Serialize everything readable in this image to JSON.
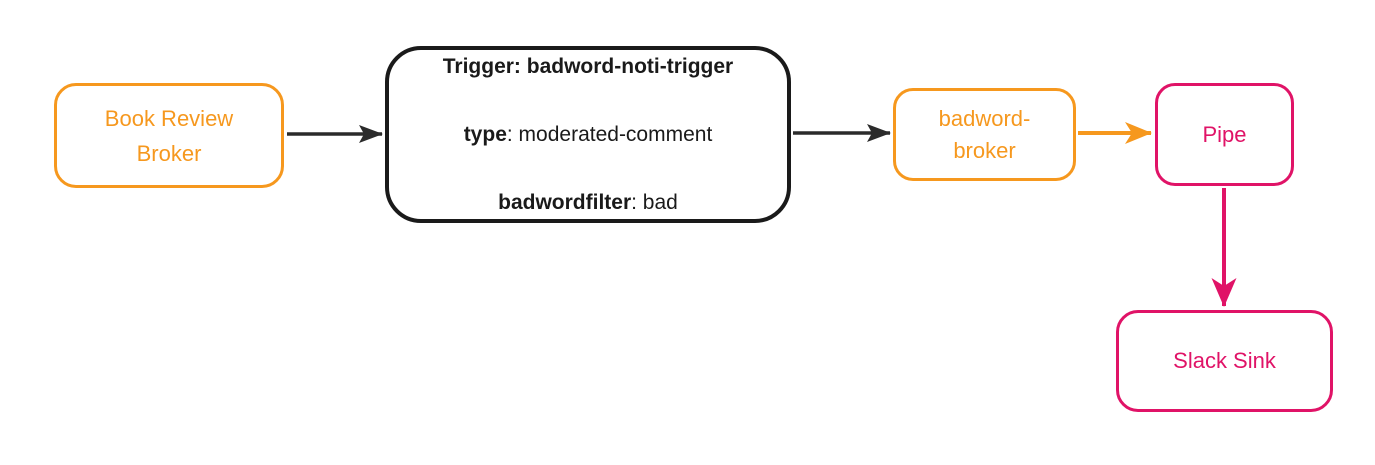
{
  "diagram": {
    "background": "#ffffff",
    "colors": {
      "orange": "#F6981E",
      "pink": "#E01367",
      "black": "#1A1A1A",
      "arrow_dark": "#2B2B2B"
    },
    "nodes": {
      "book_review_broker": {
        "label": "Book Review\nBroker",
        "color": "#F6981E"
      },
      "trigger": {
        "color": "#1A1A1A",
        "lines": [
          {
            "bold": "Trigger: badword-noti-trigger",
            "rest": ""
          },
          {
            "bold": "type",
            "rest": ": moderated-comment"
          },
          {
            "bold": "badwordfilter",
            "rest": ": bad"
          }
        ]
      },
      "badword_broker": {
        "label": "badword-\nbroker",
        "color": "#F6981E"
      },
      "pipe": {
        "label": "Pipe",
        "color": "#E01367"
      },
      "slack_sink": {
        "label": "Slack Sink",
        "color": "#E01367"
      }
    },
    "edges": [
      {
        "from": "book_review_broker",
        "to": "trigger",
        "color": "#2B2B2B"
      },
      {
        "from": "trigger",
        "to": "badword_broker",
        "color": "#2B2B2B"
      },
      {
        "from": "badword_broker",
        "to": "pipe",
        "color": "#F6981E"
      },
      {
        "from": "pipe",
        "to": "slack_sink",
        "color": "#E01367"
      }
    ]
  }
}
